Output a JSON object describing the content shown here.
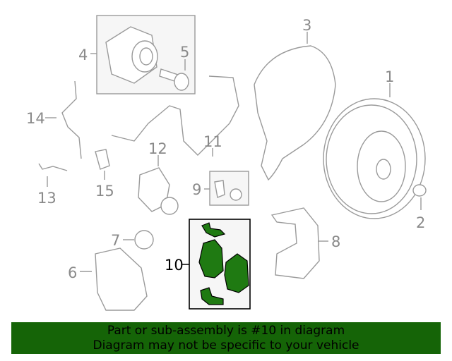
{
  "callouts": {
    "c1": "1",
    "c2": "2",
    "c3": "3",
    "c4": "4",
    "c5": "5",
    "c6": "6",
    "c7": "7",
    "c8": "8",
    "c9": "9",
    "c10": "10",
    "c11": "11",
    "c12": "12",
    "c13": "13",
    "c14": "14",
    "c15": "15"
  },
  "highlighted_part": "10",
  "colors": {
    "highlight": "#1f7a12",
    "banner": "#156407"
  },
  "banner": {
    "line1": "Part or sub-assembly is #10 in diagram",
    "line2": "Diagram may not be specific to your vehicle"
  }
}
